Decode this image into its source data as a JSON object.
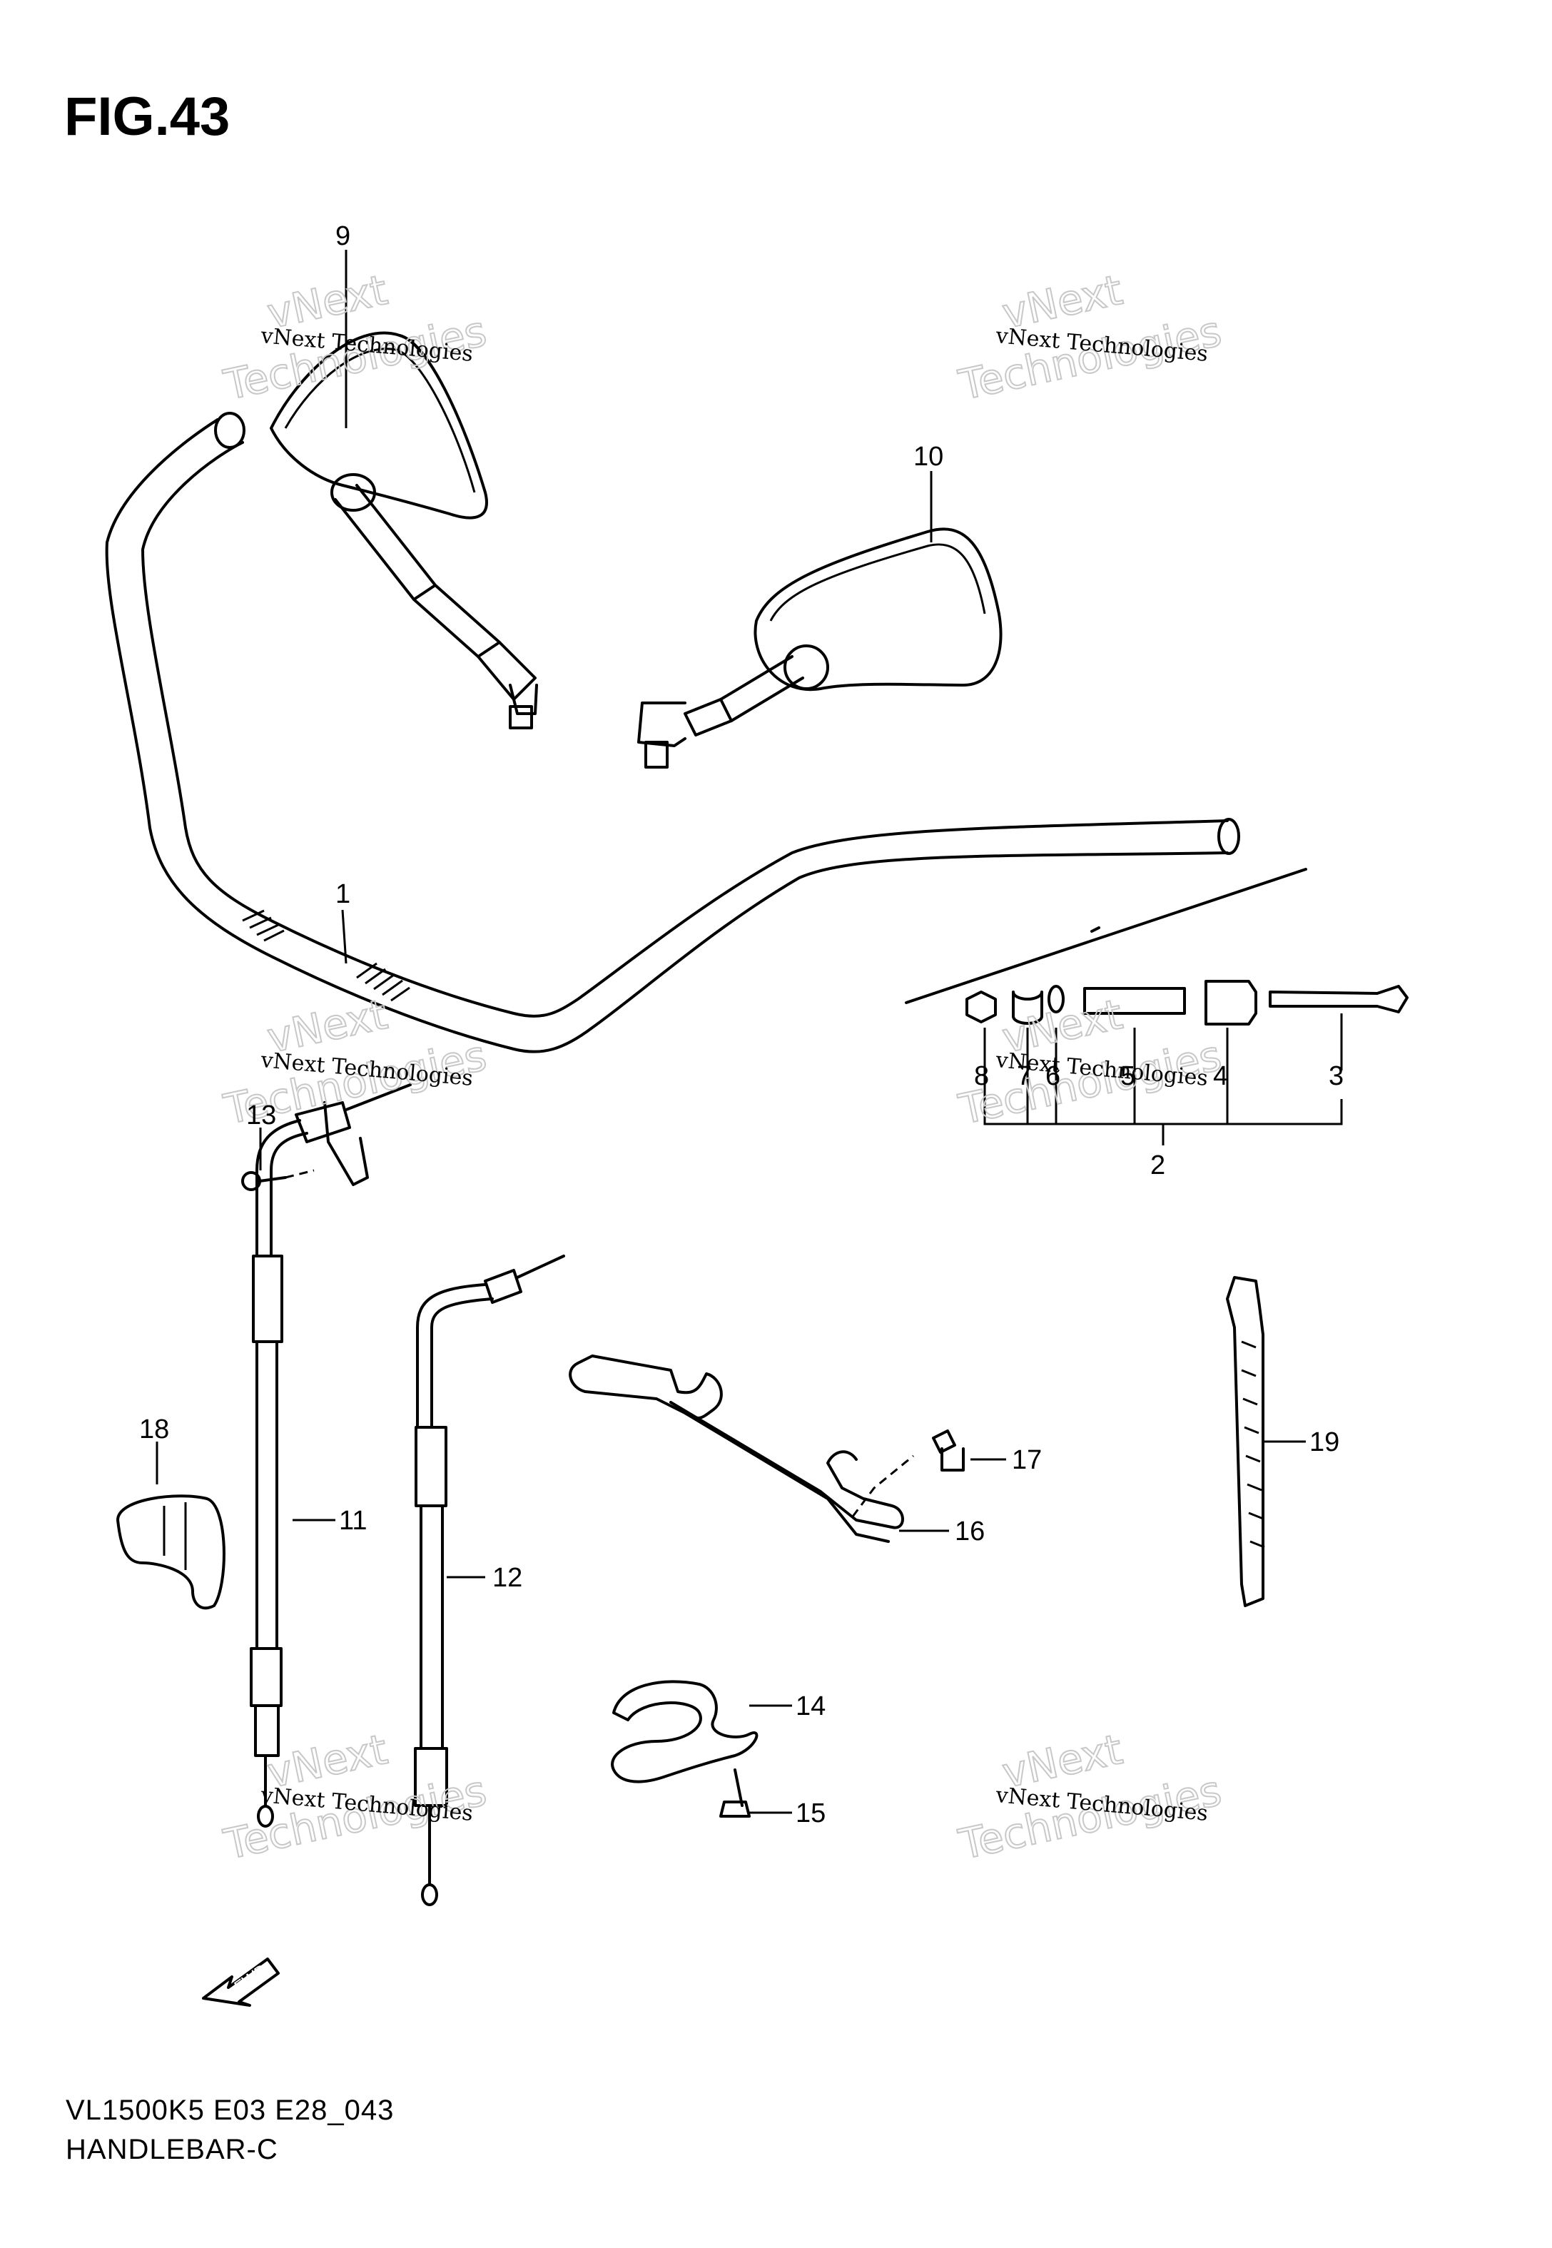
{
  "figure": {
    "title": "FIG.43"
  },
  "footer": {
    "model_code": "VL1500K5 E03 E28_043",
    "section": "HANDLEBAR-C"
  },
  "watermark": {
    "line1": "vNext Technologies",
    "line2": "vNext",
    "line3": "Technologies"
  },
  "callouts": [
    "1",
    "2",
    "3",
    "4",
    "5",
    "6",
    "7",
    "8",
    "9",
    "10",
    "11",
    "12",
    "13",
    "14",
    "15",
    "16",
    "17",
    "18",
    "19"
  ],
  "fwd_label": "FWD"
}
